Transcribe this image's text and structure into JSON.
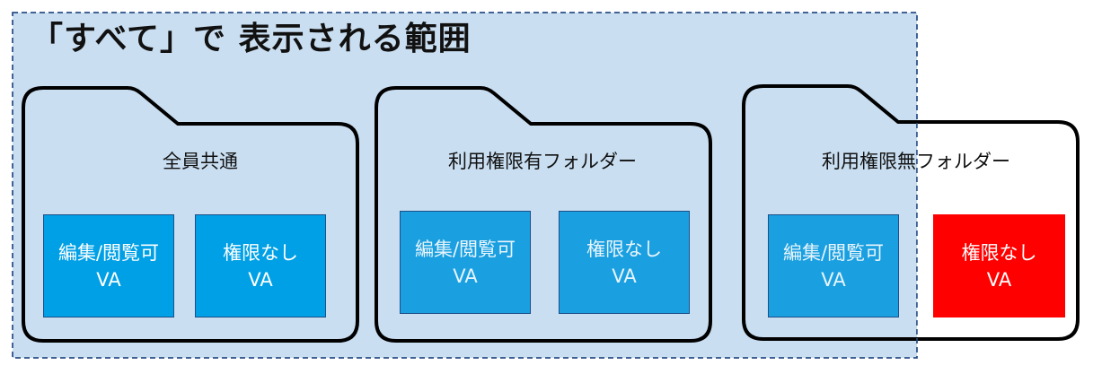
{
  "region": {
    "title": "「すべて」で 表示される範囲",
    "fill_color": "#c9def1",
    "border_color": "#2b4e86"
  },
  "folders": [
    {
      "label": "全員共通",
      "items": [
        {
          "line1": "編集/閲覧可",
          "line2": "VA",
          "status": "allowed"
        },
        {
          "line1": "権限なし",
          "line2": "VA",
          "status": "allowed"
        }
      ]
    },
    {
      "label": "利用権限有フォルダー",
      "items": [
        {
          "line1": "編集/閲覧可",
          "line2": "VA",
          "status": "allowed"
        },
        {
          "line1": "権限なし",
          "line2": "VA",
          "status": "allowed"
        }
      ]
    },
    {
      "label": "利用権限無フォルダー",
      "items": [
        {
          "line1": "編集/閲覧可",
          "line2": "VA",
          "status": "allowed"
        },
        {
          "line1": "権限なし",
          "line2": "VA",
          "status": "denied"
        }
      ]
    }
  ],
  "colors": {
    "allowed": "#00a0e6",
    "denied": "#ff0000",
    "folder_outline": "#000000"
  }
}
